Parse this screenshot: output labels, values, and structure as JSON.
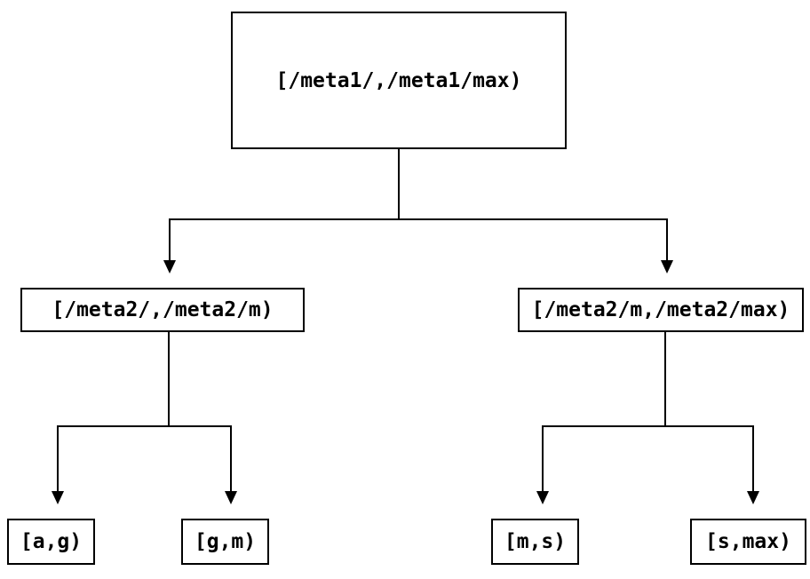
{
  "colors": {
    "line": "#000000",
    "border": "#000000",
    "text": "#000000",
    "background": "#ffffff"
  },
  "tree": {
    "root": {
      "label": "[/meta1/,/meta1/max)"
    },
    "children": [
      {
        "label": "[/meta2/,/meta2/m)",
        "children": [
          {
            "label": "[a,g)"
          },
          {
            "label": "[g,m)"
          }
        ]
      },
      {
        "label": "[/meta2/m,/meta2/max)",
        "children": [
          {
            "label": "[m,s)"
          },
          {
            "label": "[s,max)"
          }
        ]
      }
    ]
  }
}
